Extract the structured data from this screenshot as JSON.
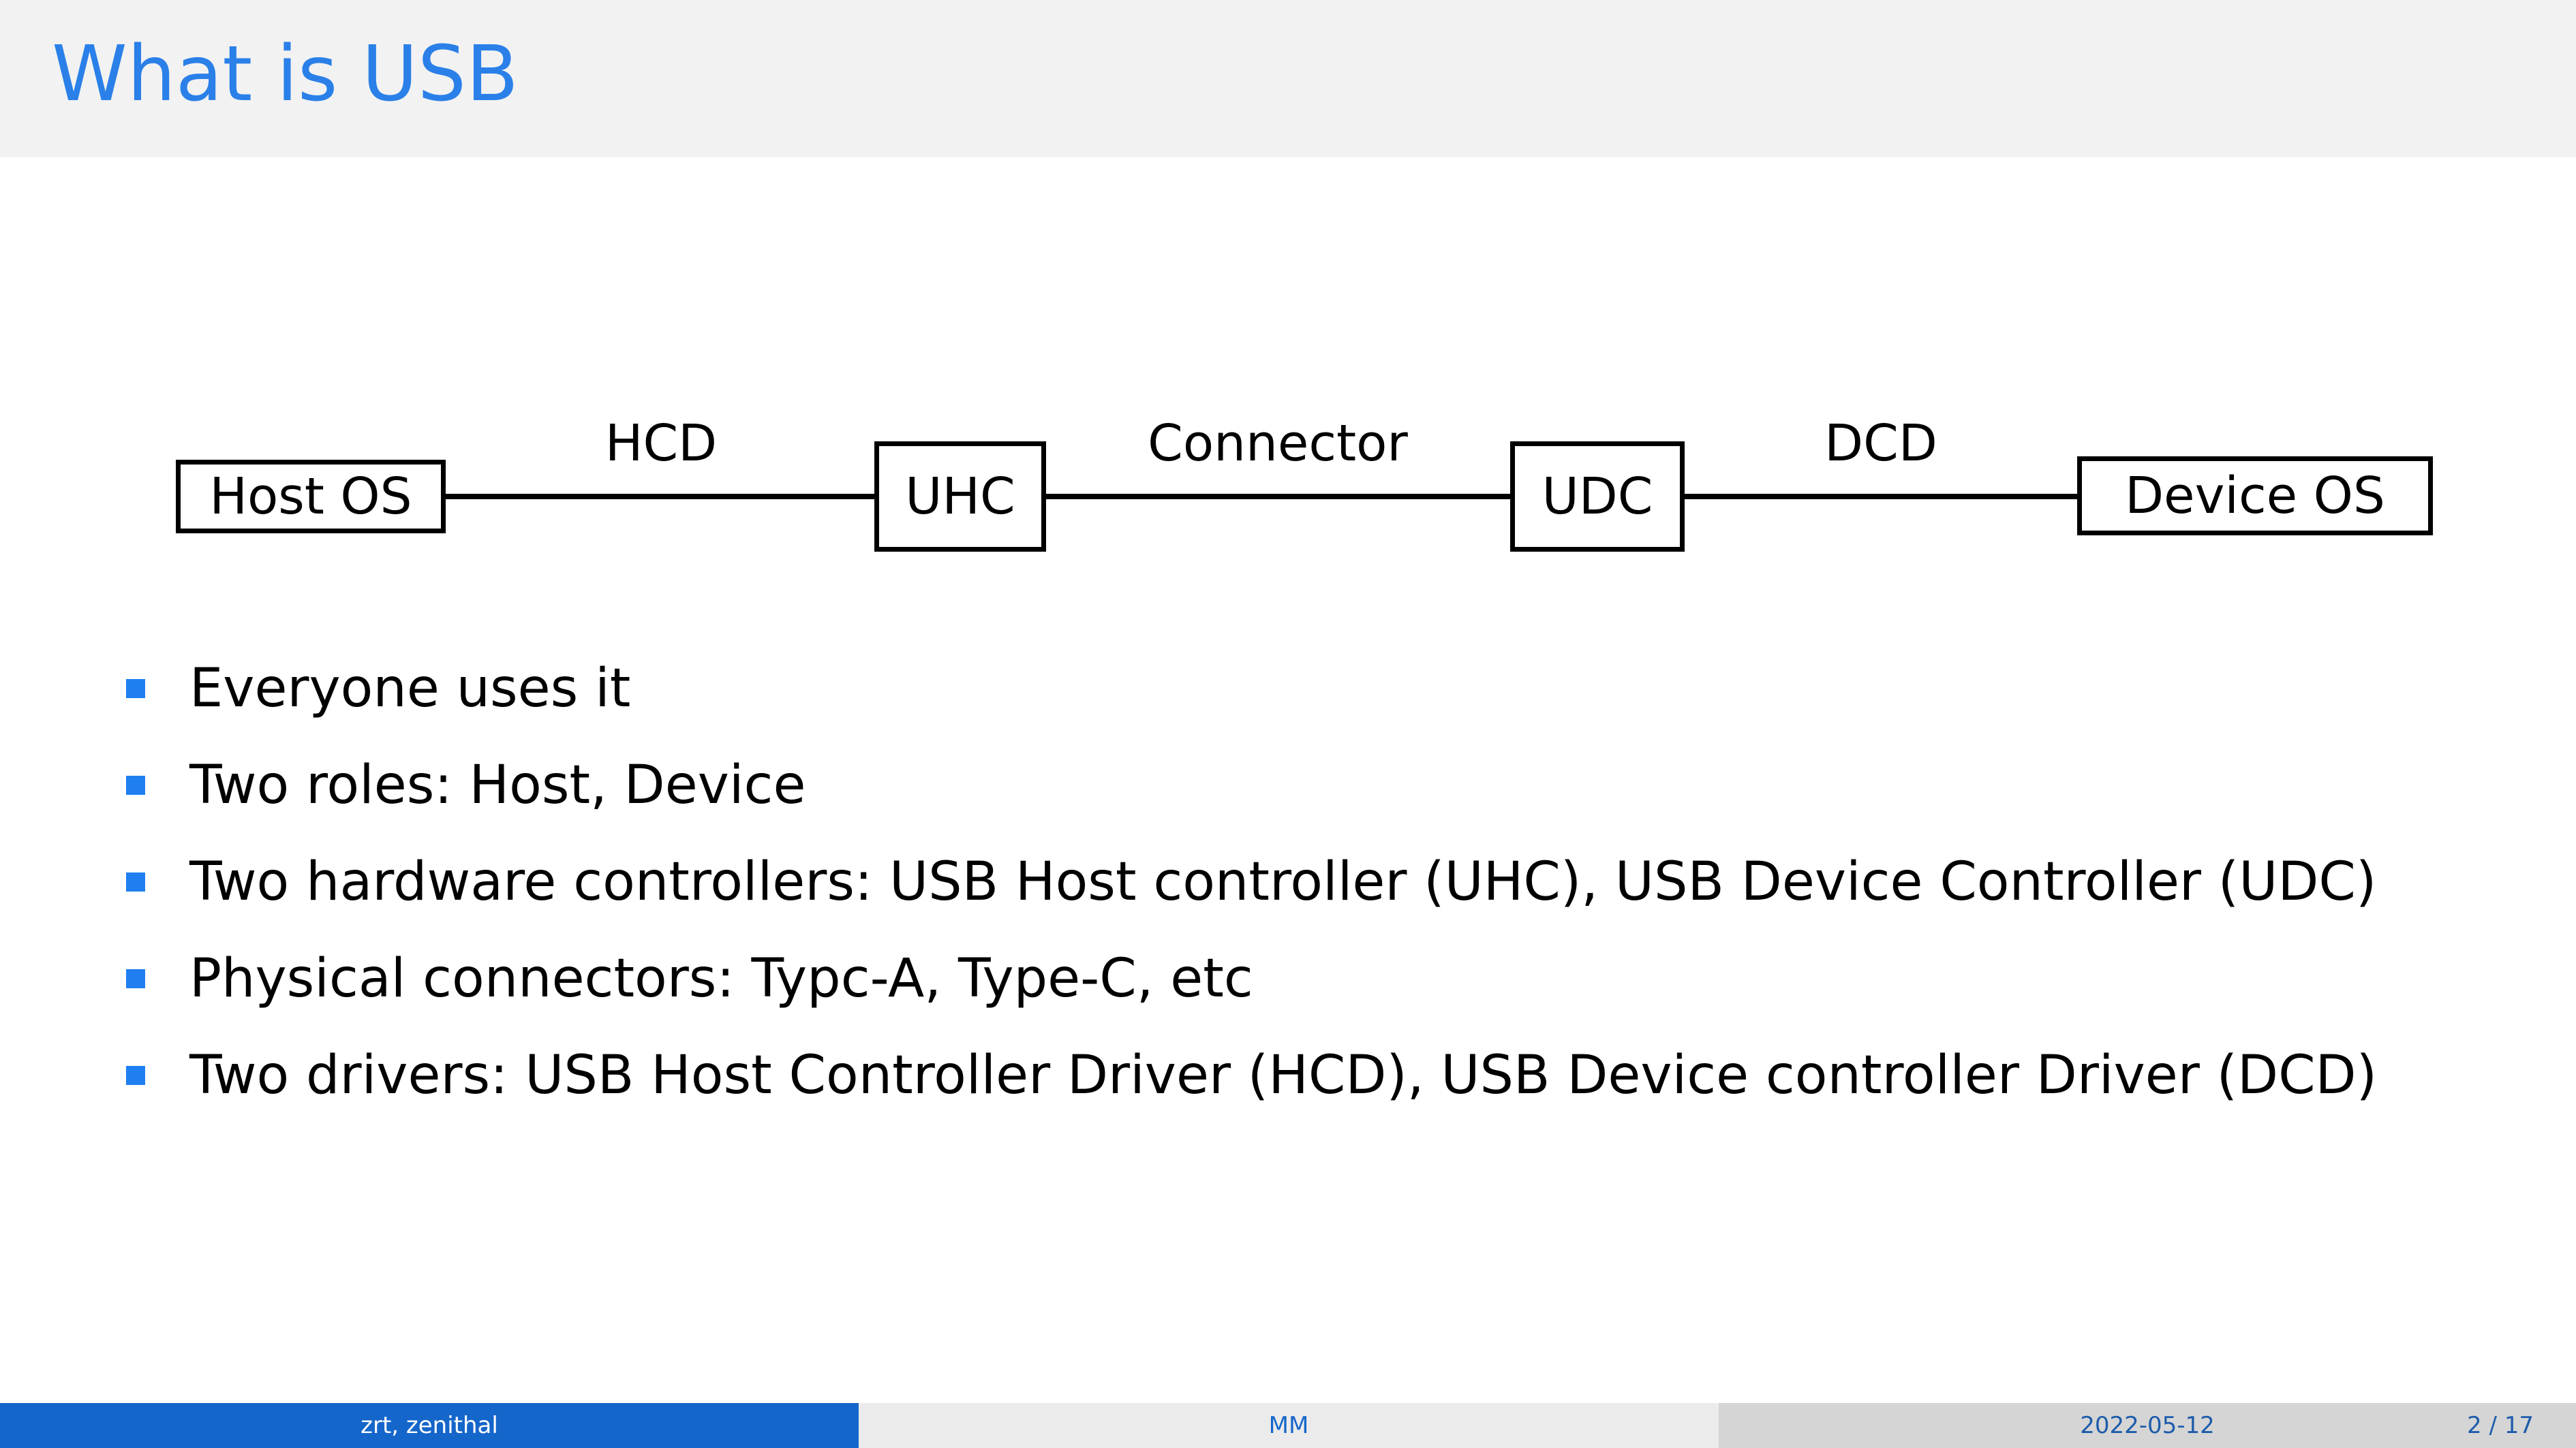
{
  "slide": {
    "title": "What is USB",
    "title_color": "#2a80e8",
    "header_band_color": "#f2f2f2"
  },
  "diagram": {
    "type": "block-chain",
    "nodes": [
      {
        "id": "host-os",
        "label": "Host OS"
      },
      {
        "id": "uhc",
        "label": "UHC"
      },
      {
        "id": "udc",
        "label": "UDC"
      },
      {
        "id": "device-os",
        "label": "Device OS"
      }
    ],
    "edges": [
      {
        "id": "hcd",
        "label": "HCD",
        "from": "host-os",
        "to": "uhc"
      },
      {
        "id": "connector",
        "label": "Connector",
        "from": "uhc",
        "to": "udc"
      },
      {
        "id": "dcd",
        "label": "DCD",
        "from": "udc",
        "to": "device-os"
      }
    ]
  },
  "bullets": {
    "marker_color": "#1f7ff0",
    "items": [
      {
        "text": "Everyone uses it"
      },
      {
        "text": "Two roles: Host, Device"
      },
      {
        "text": "Two hardware controllers: USB Host controller (UHC), USB Device Controller (UDC)"
      },
      {
        "text": "Physical connectors: Typc-A, Type-C, etc"
      },
      {
        "text": "Two drivers: USB Host Controller Driver (HCD), USB Device controller Driver (DCD)"
      }
    ]
  },
  "footer": {
    "author": "zrt, zenithal",
    "institute": "MM",
    "date": "2022-05-12",
    "page": "2 / 17",
    "author_bg": "#1566ca",
    "institute_bg": "#ebebeb",
    "date_bg": "#d5d5d5"
  }
}
